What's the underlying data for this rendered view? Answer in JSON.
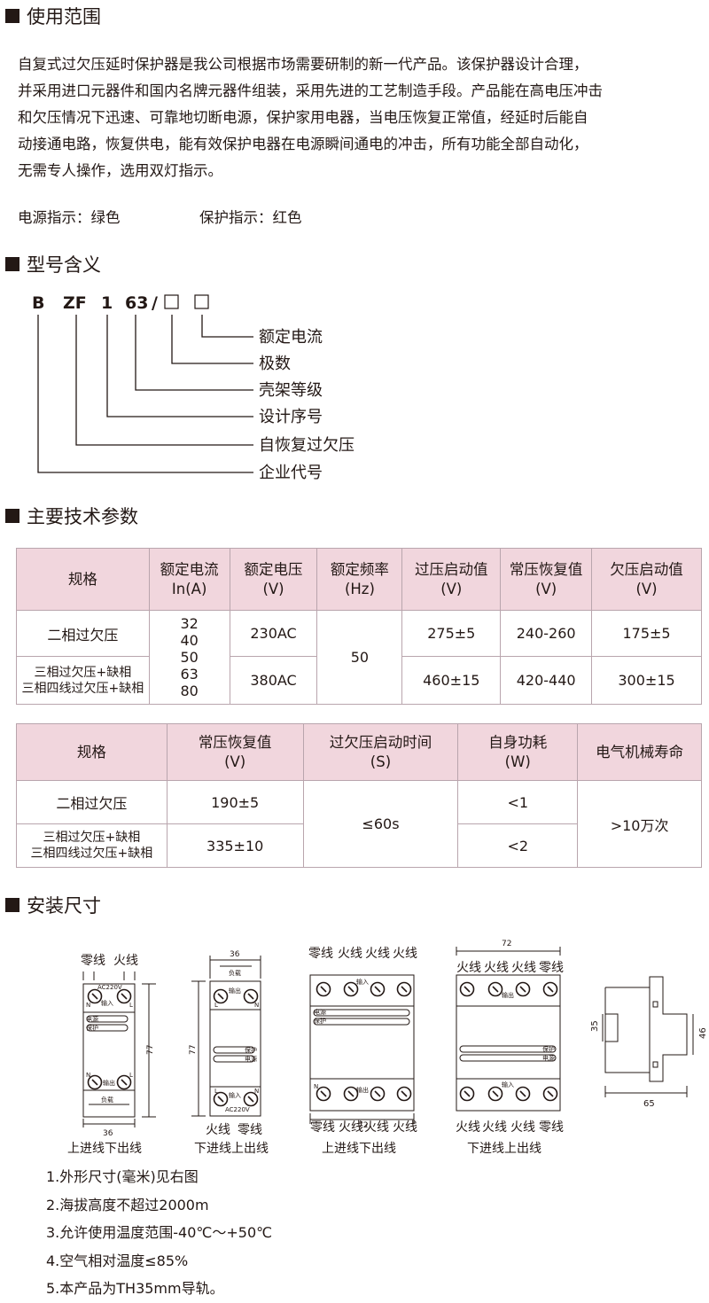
{
  "sections": {
    "usage": "使用范围",
    "model": "型号含义",
    "tech": "主要技术参数",
    "install": "安装尺寸"
  },
  "usage": {
    "lines": [
      "自复式过欠压延时保护器是我公司根据市场需要研制的新一代产品。该保护器设计合理，",
      "并采用进口元器件和国内名牌元器件组装，采用先进的工艺制造手段。产品能在高电压冲击",
      "和欠压情况下迅速、可靠地切断电源，保护家用电器，当电压恢复正常值，经延时后能自",
      "动接通电路，恢复供电，能有效保护电器在电源瞬间通电的冲击，所有功能全部自动化，",
      "无需专人操作，选用双灯指示。"
    ],
    "power_indicator": "电源指示：绿色",
    "protect_indicator": "保护指示：红色"
  },
  "model": {
    "codes": [
      "B",
      "ZF",
      "1",
      "63",
      "/"
    ],
    "labels": [
      "额定电流",
      "极数",
      "壳架等级",
      "设计序号",
      "自恢复过欠压",
      "企业代号"
    ]
  },
  "table1": {
    "headers": [
      [
        "规格"
      ],
      [
        "额定电流",
        "In(A)"
      ],
      [
        "额定电压",
        "(V)"
      ],
      [
        "额定频率",
        "(Hz)"
      ],
      [
        "过压启动值",
        "(V)"
      ],
      [
        "常压恢复值",
        "(V)"
      ],
      [
        "欠压启动值",
        "(V)"
      ]
    ],
    "rows": [
      {
        "spec": [
          "二相过欠压"
        ],
        "voltage": "230AC",
        "over": "275±5",
        "recover": "240-260",
        "under": "175±5"
      },
      {
        "spec": [
          "三相过欠压+缺相",
          "三相四线过欠压+缺相"
        ],
        "voltage": "380AC",
        "over": "460±15",
        "recover": "420-440",
        "under": "300±15"
      }
    ],
    "currents": [
      "32",
      "40",
      "50",
      "63",
      "80"
    ],
    "frequency": "50"
  },
  "table2": {
    "headers": [
      [
        "规格"
      ],
      [
        "常压恢复值",
        "(V)"
      ],
      [
        "过欠压启动时间",
        "(S)"
      ],
      [
        "自身功耗",
        "(W)"
      ],
      [
        "电气机械寿命"
      ]
    ],
    "rows": [
      {
        "spec": [
          "二相过欠压"
        ],
        "recover": "190±5",
        "power": "<1"
      },
      {
        "spec": [
          "三相过欠压+缺相",
          "三相四线过欠压+缺相"
        ],
        "recover": "335±10",
        "power": "<2"
      }
    ],
    "time": "≤60s",
    "life": ">10万次"
  },
  "diagrams": {
    "captions": [
      "上进线下出线",
      "下进线上出线",
      "上进线下出线",
      "下进线上出线"
    ],
    "neutral": "零线",
    "live": "火线",
    "ac": "AC220V",
    "input": "输入",
    "output": "输出",
    "load": "负载",
    "power": "电源",
    "protect": "保护",
    "dim_36": "36",
    "dim_72": "72",
    "dim_77": "77",
    "dim_35": "35",
    "dim_46": "46",
    "dim_65": "65",
    "L": "L",
    "N": "N"
  },
  "notes": [
    "1.外形尺寸(毫米)见右图",
    "2.海拔高度不超过2000m",
    "3.允许使用温度范围-40℃～+50℃",
    "4.空气相对温度≤85%",
    "5.本产品为TH35mm导轨。"
  ]
}
